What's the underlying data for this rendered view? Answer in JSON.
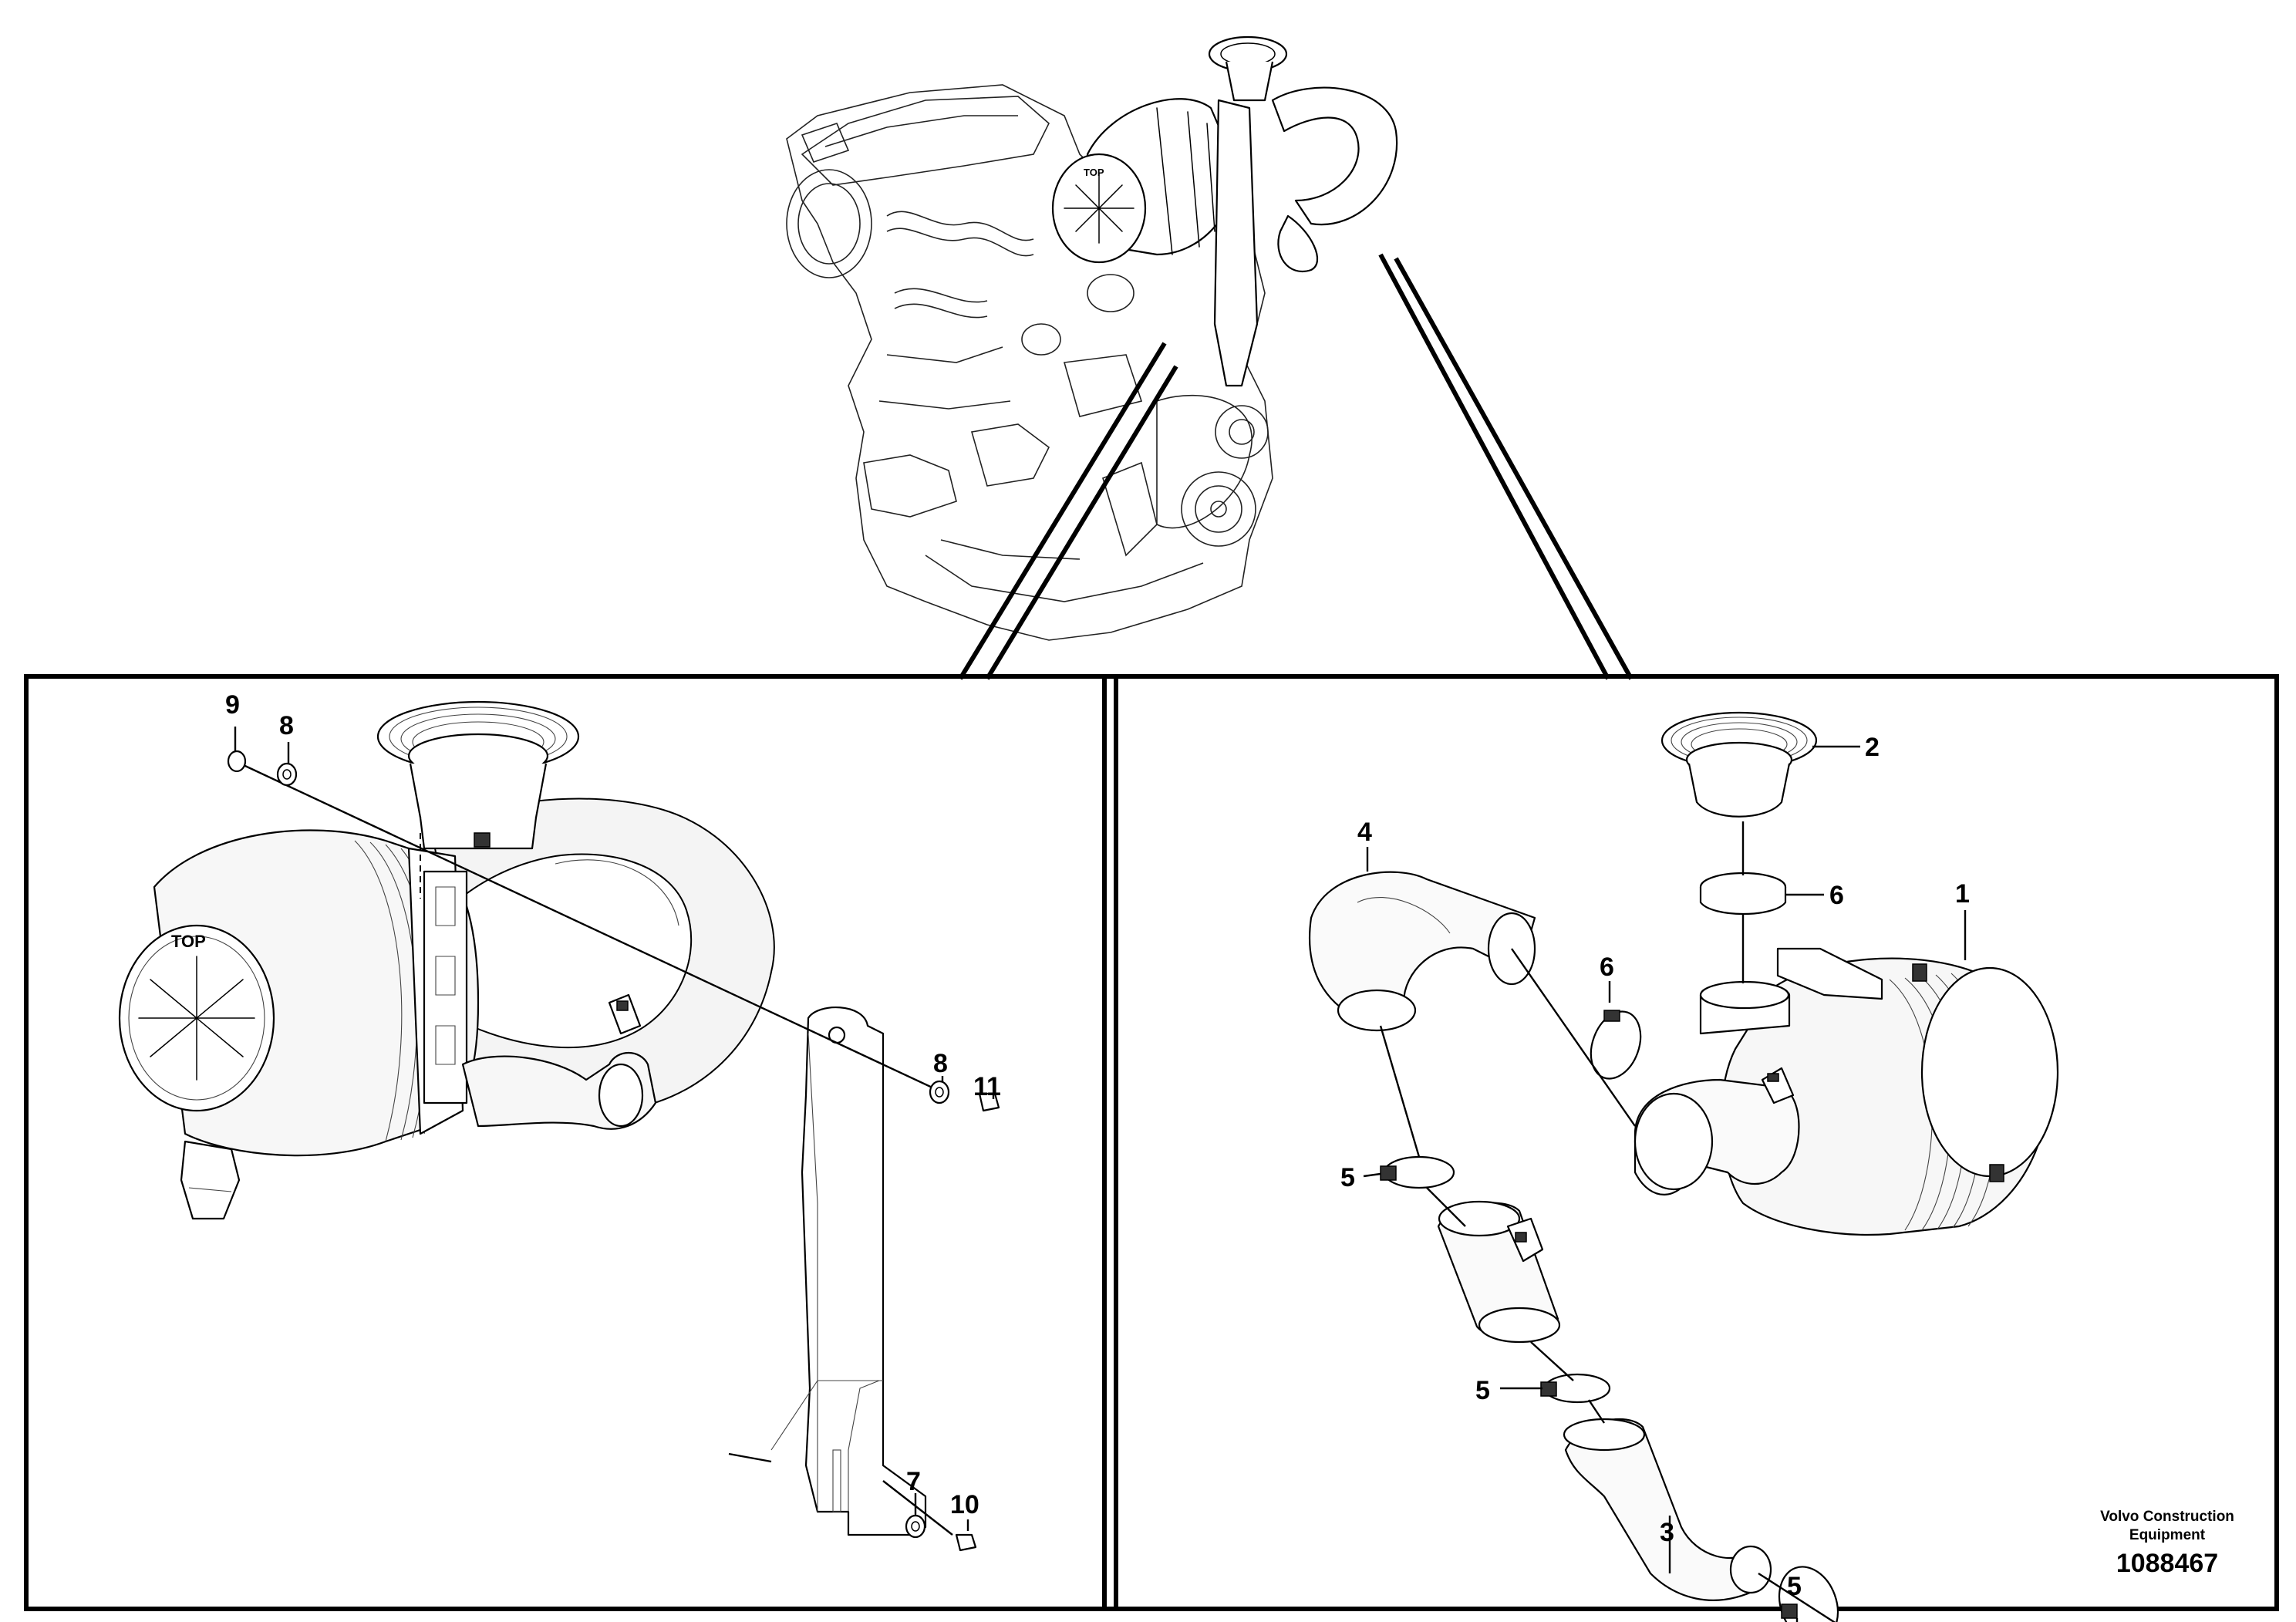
{
  "diagram": {
    "callouts": {
      "left_panel": [
        "9",
        "8",
        "8",
        "11",
        "7",
        "10"
      ],
      "right_panel": [
        "2",
        "6",
        "4",
        "1",
        "6",
        "5",
        "5",
        "3",
        "5"
      ]
    },
    "brand": {
      "line1": "Volvo Construction",
      "line2": "Equipment"
    },
    "document_number": "1088467",
    "icons": [
      "engine-overview-drawing",
      "air-filter-housing",
      "rain-cap",
      "hose-clamp",
      "intake-hose",
      "mounting-bracket",
      "washer",
      "screw"
    ],
    "filter_marking": "TOP"
  }
}
